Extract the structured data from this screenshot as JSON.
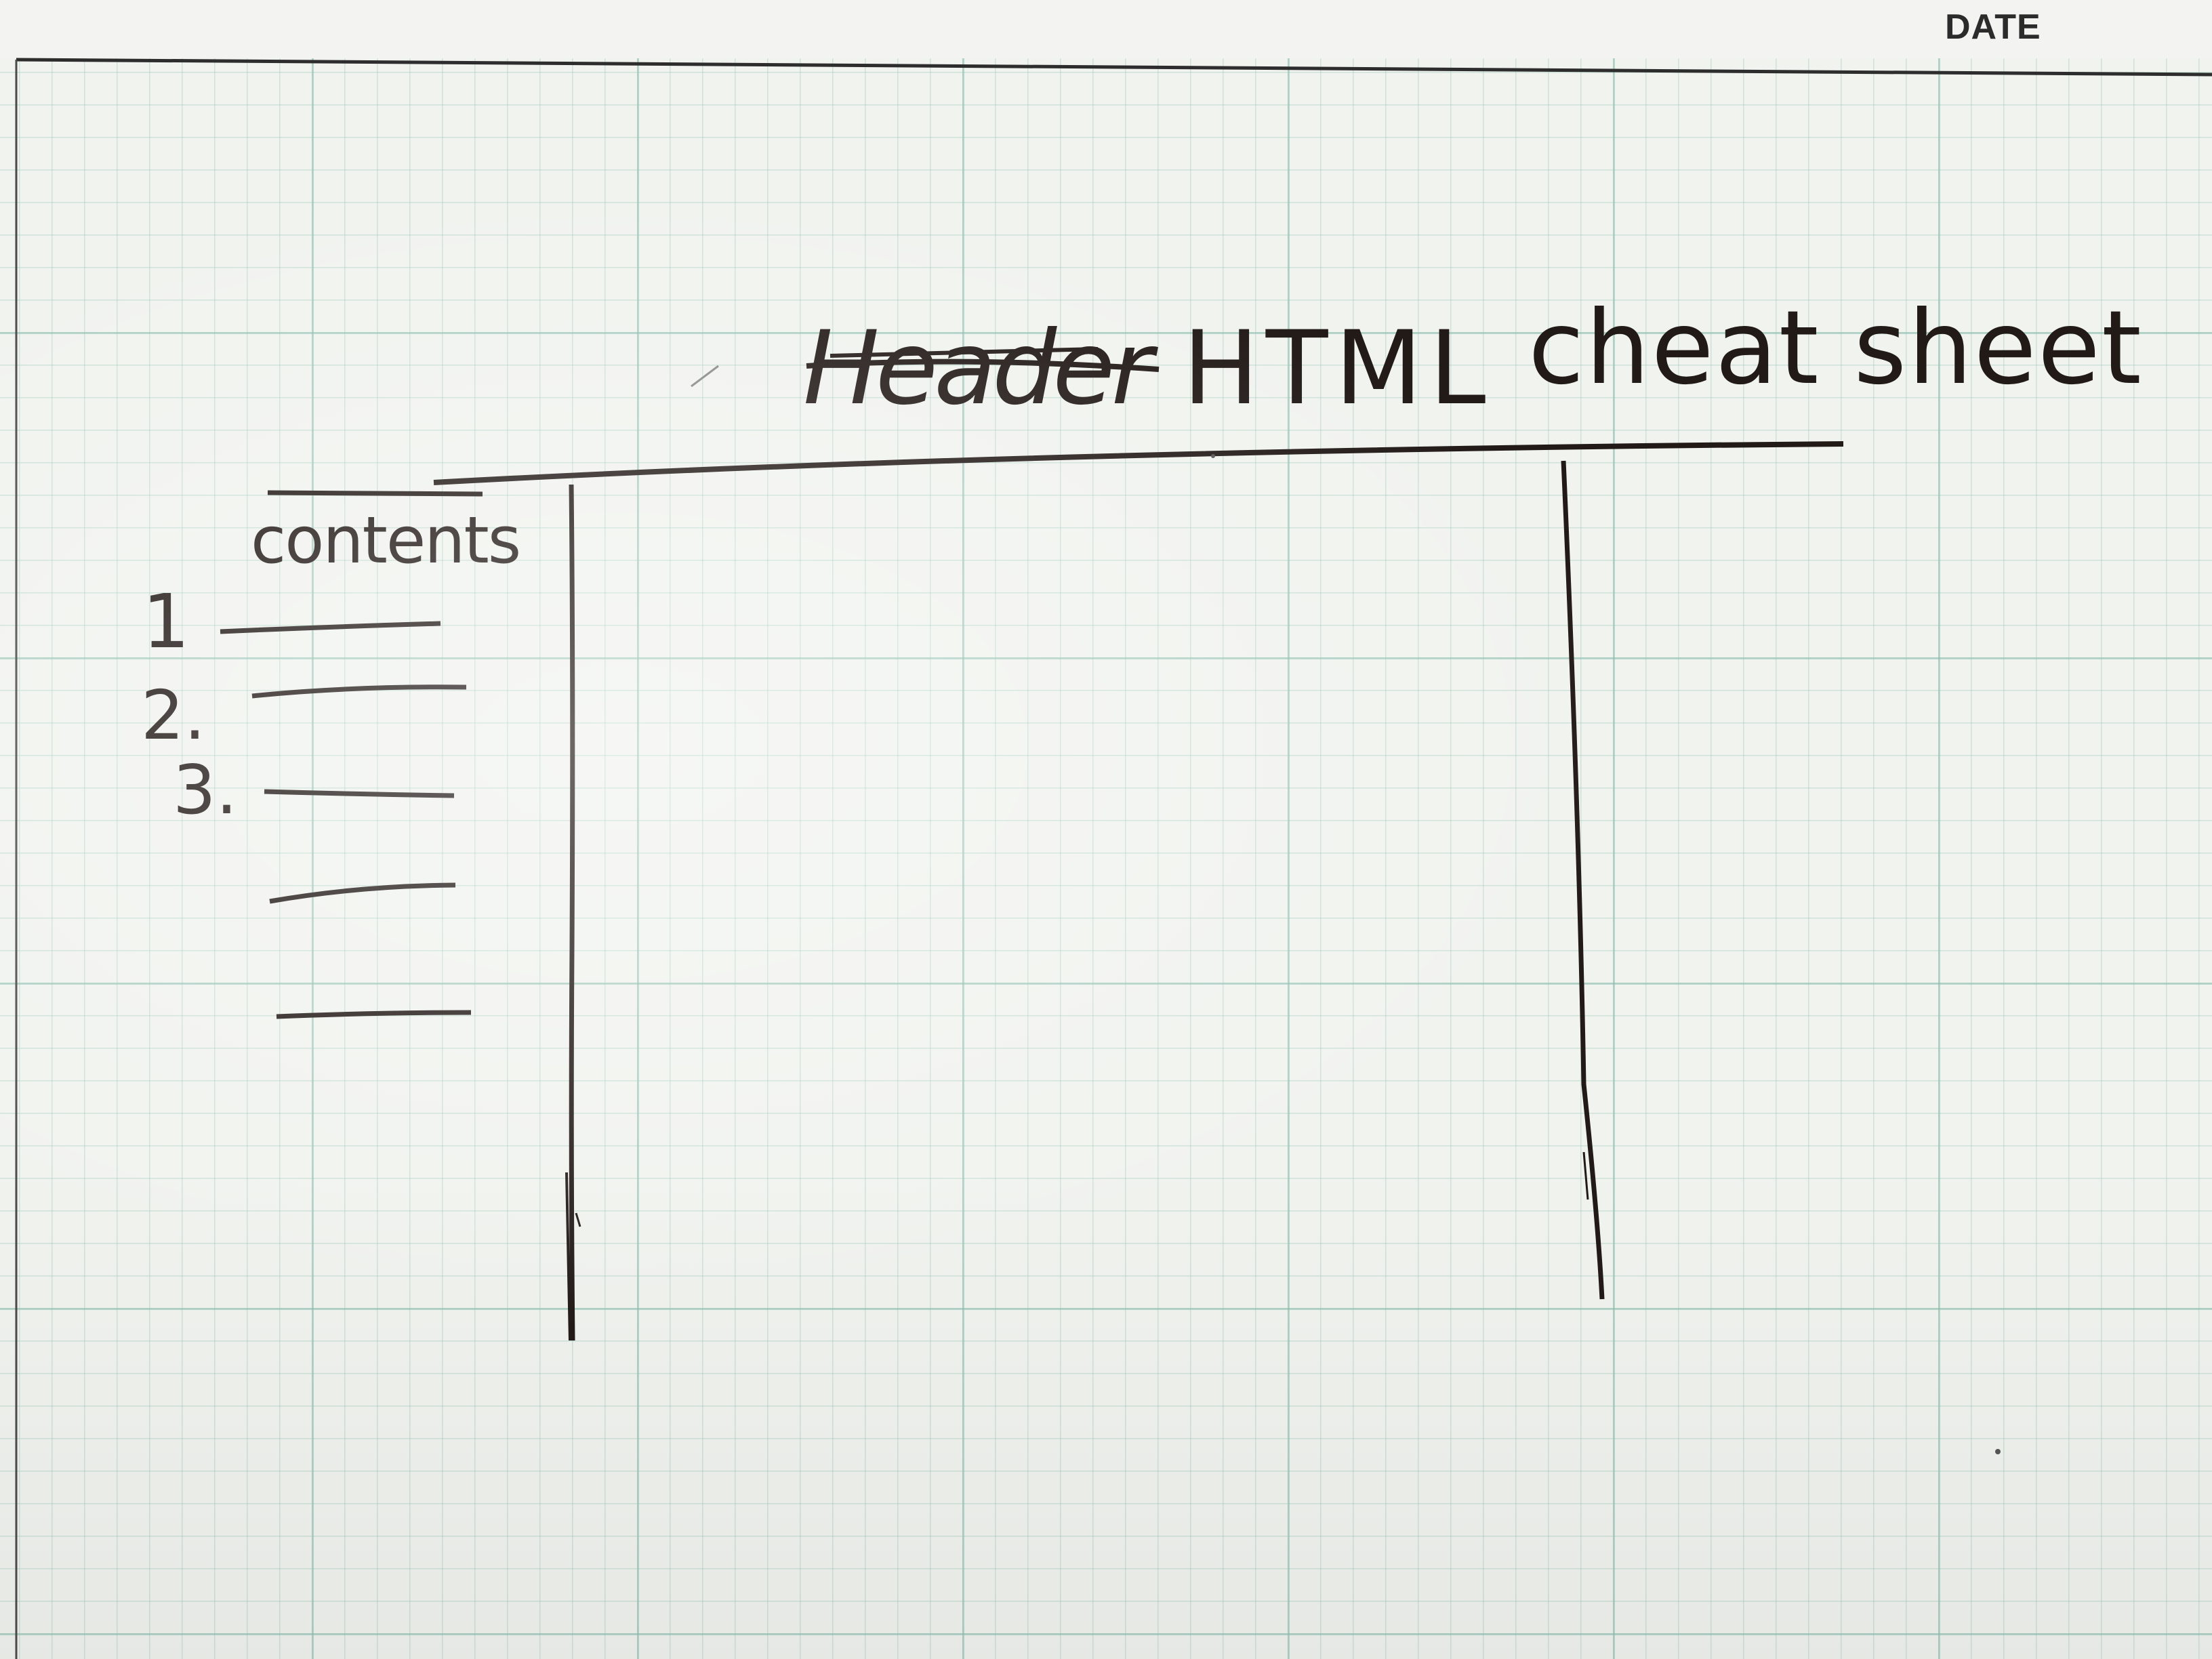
{
  "sheet": {
    "date_label": "DATE"
  },
  "sketch": {
    "title_struck": "Header",
    "title_left": "HTML",
    "title_right": "cheat sheet",
    "contents_label": "contents",
    "list_numbers": [
      "1",
      "2.",
      "3."
    ],
    "list_item_count": 5
  },
  "colors": {
    "ink": "#221a17",
    "paper": "#f1f3ef",
    "grid": "#a5cdbe"
  }
}
